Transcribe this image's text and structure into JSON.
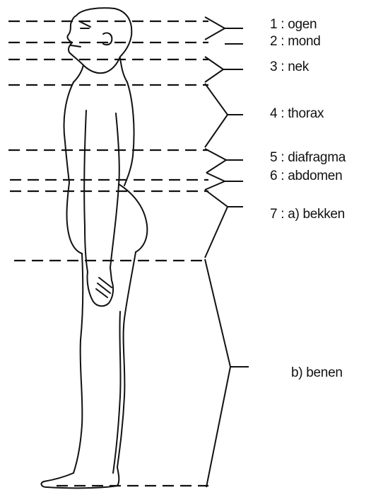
{
  "labels": {
    "ogen": "1 : ogen",
    "mond": "2 : mond",
    "nek": "3 : nek",
    "thorax": "4 : thorax",
    "diafragma": "5 : diafragma",
    "abdomen": "6 : abdomen",
    "bekken": "7 : a) bekken",
    "benen": "b) benen"
  }
}
